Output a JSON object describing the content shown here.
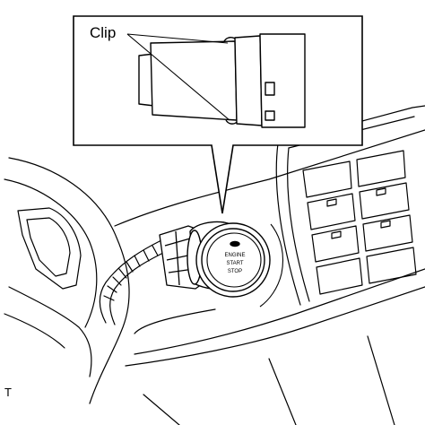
{
  "diagram": {
    "callout_label": "Clip",
    "figure_code": "T",
    "button_text": [
      "ENGINE",
      "START",
      "STOP"
    ]
  },
  "colors": {
    "line": "#000000",
    "background": "#ffffff"
  }
}
